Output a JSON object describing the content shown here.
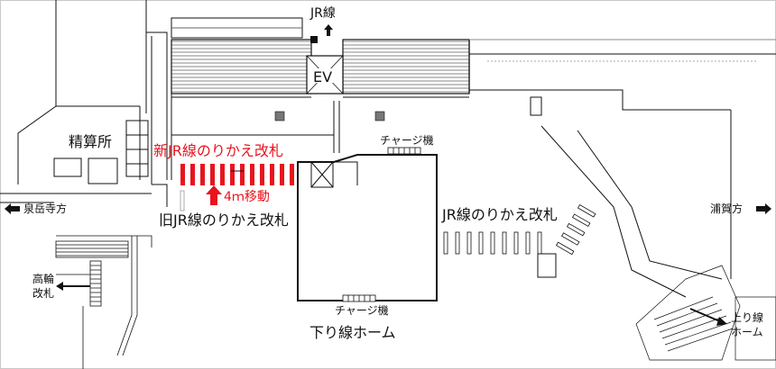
{
  "labels": {
    "jr_line": "JR線",
    "ev": "EV",
    "seisanjo": "精算所",
    "new_gate": "新JR線のりかえ改札",
    "old_gate": "旧JR線のりかえ改札",
    "move_note": "4ｍ移動",
    "charge_top": "チャージ機",
    "charge_bottom": "チャージ機",
    "sengakuji": "泉岳寺方",
    "uraga": "浦賀方",
    "takanawa_1": "高輪",
    "takanawa_2": "改札",
    "jr_gate_right": "JR線のりかえ改札",
    "down_platform": "下り線ホーム",
    "up_platform_1": "上り線",
    "up_platform_2": "ホーム"
  },
  "colors": {
    "accent_red": "#e8141e",
    "line": "#111111",
    "grey_line": "#9a9a9a",
    "frame": "#c8c8c8"
  },
  "icons": [
    "arrow-up-icon",
    "arrow-left-icon",
    "arrow-right-icon",
    "red-arrow-up-icon"
  ]
}
